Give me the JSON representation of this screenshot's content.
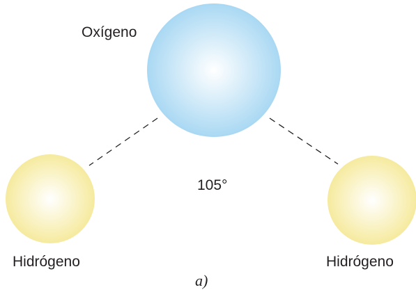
{
  "diagram": {
    "atoms": {
      "oxygen": {
        "label": "Oxígeno",
        "color_center": "#ffffff",
        "color_edge": "#a9d8f3"
      },
      "hydrogen_left": {
        "label": "Hidrógeno",
        "color_center": "#ffffff",
        "color_edge": "#f6ea9e"
      },
      "hydrogen_right": {
        "label": "Hidrógeno",
        "color_center": "#ffffff",
        "color_edge": "#f6ea9e"
      }
    },
    "bond_angle": {
      "label": "105°"
    },
    "bonds": {
      "style": "dashed",
      "color": "#231f20"
    },
    "caption": "a)"
  }
}
